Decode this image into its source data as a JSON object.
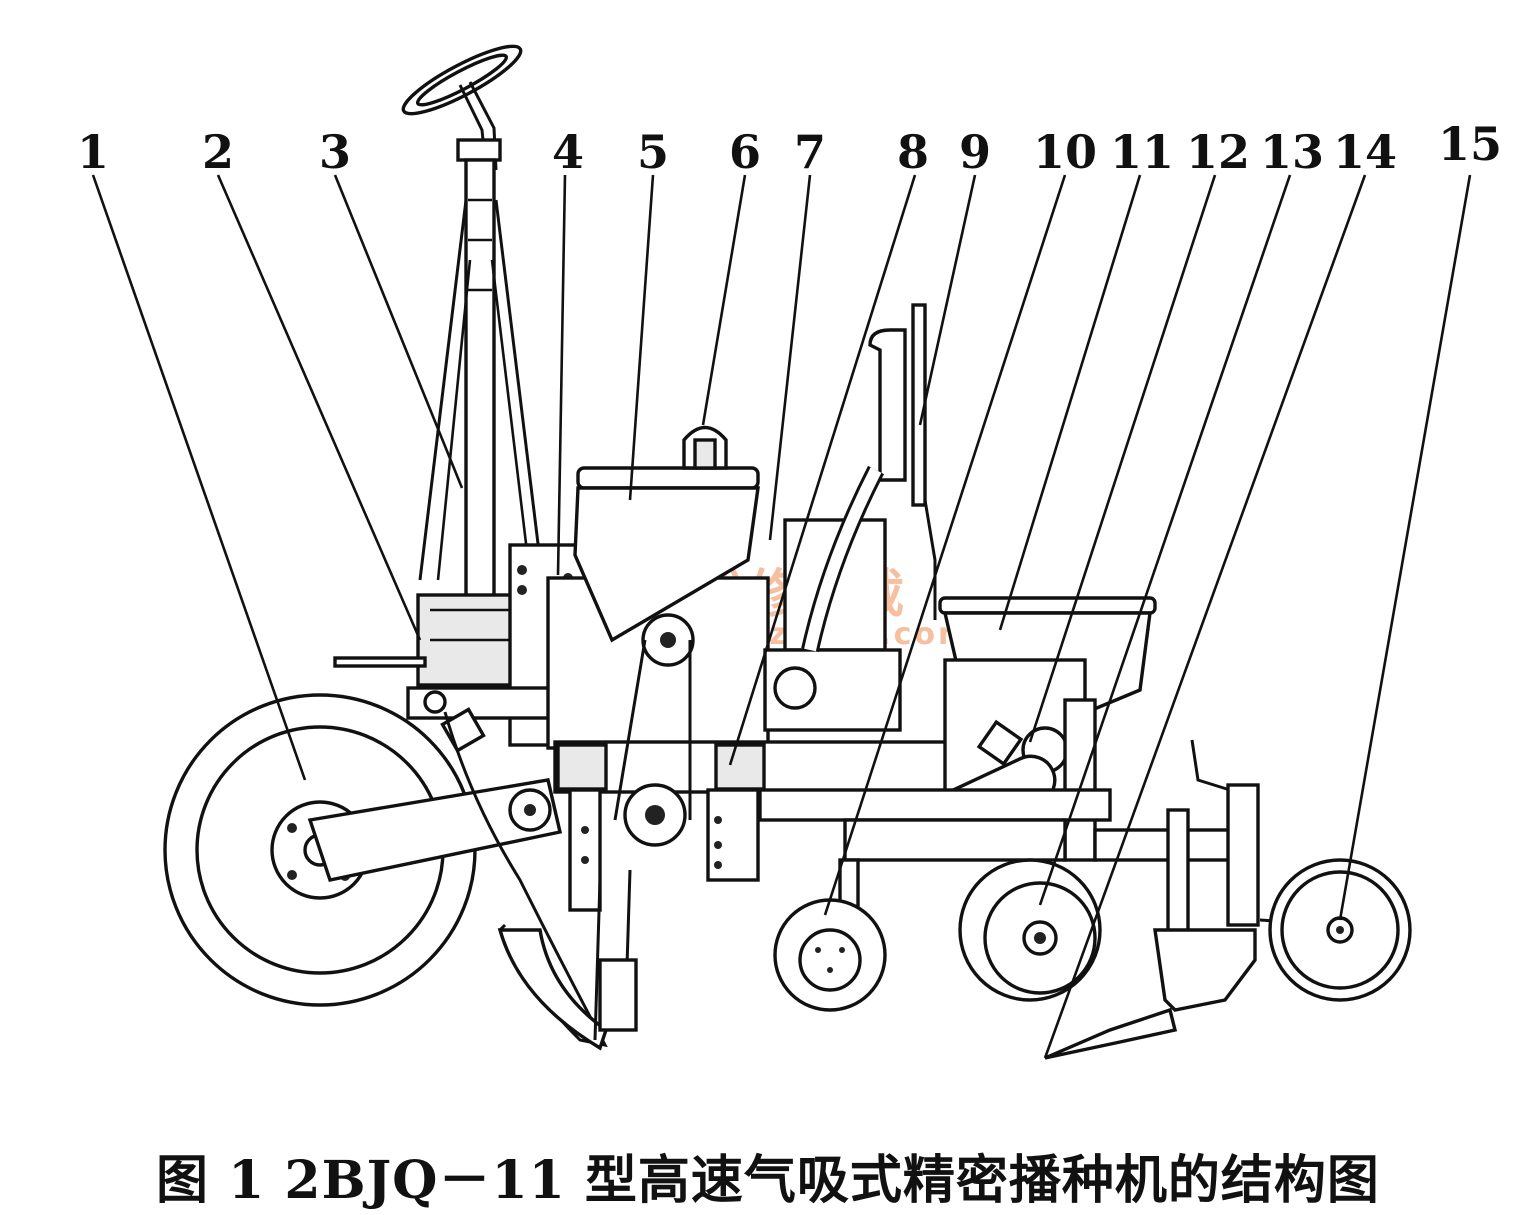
{
  "figure": {
    "caption": "图 1   2BJQ－11 型高速气吸式精密播种机的结构图",
    "watermark_cn": "精通维修下载",
    "watermark_url": "www.gzweix.com"
  },
  "part_numbers": [
    "1",
    "2",
    "3",
    "4",
    "5",
    "6",
    "7",
    "8",
    "9",
    "10",
    "11",
    "12",
    "13",
    "14",
    "15"
  ]
}
